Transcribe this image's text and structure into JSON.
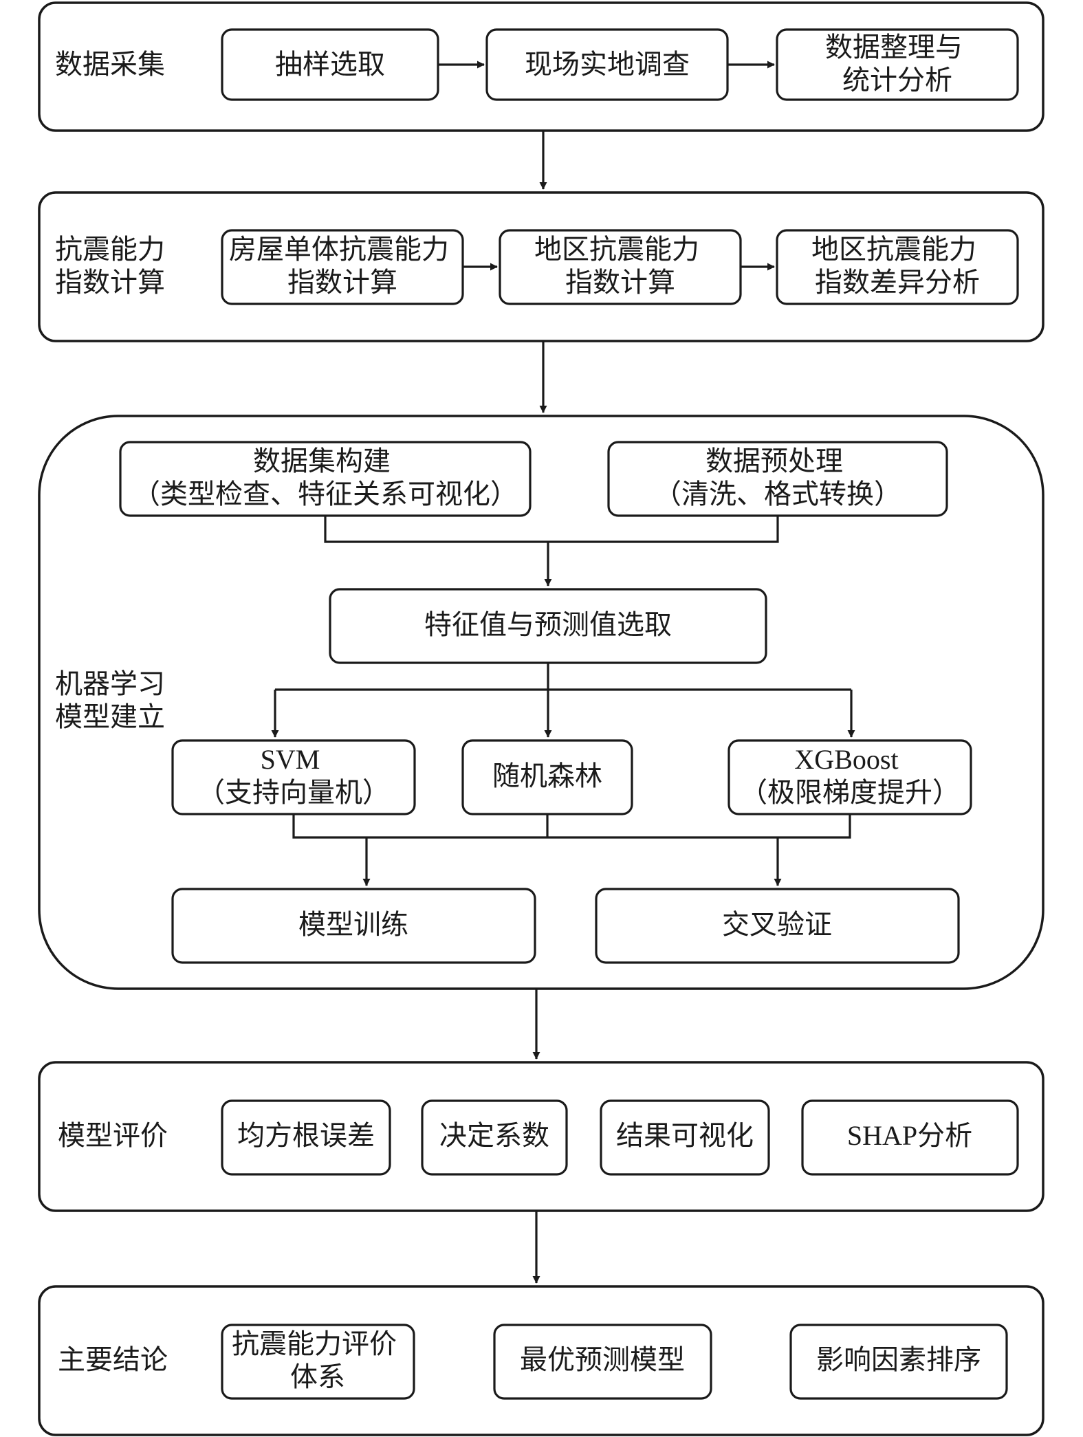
{
  "sections": {
    "data_collection": {
      "label": [
        "数据采集"
      ],
      "steps": [
        [
          "抽样选取"
        ],
        [
          "现场实地调查"
        ],
        [
          "数据整理与",
          "统计分析"
        ]
      ]
    },
    "seismic_index": {
      "label": [
        "抗震能力",
        "指数计算"
      ],
      "steps": [
        [
          "房屋单体抗震能力",
          "指数计算"
        ],
        [
          "地区抗震能力",
          "指数计算"
        ],
        [
          "地区抗震能力",
          "指数差异分析"
        ]
      ]
    },
    "ml_model": {
      "label": [
        "机器学习",
        "模型建立"
      ],
      "dataset": [
        "数据集构建",
        "（类型检查、特征关系可视化）"
      ],
      "preprocess": [
        "数据预处理",
        "（清洗、格式转换）"
      ],
      "feature": [
        "特征值与预测值选取"
      ],
      "svm": [
        "SVM",
        "（支持向量机）"
      ],
      "rf": [
        "随机森林"
      ],
      "xgb": [
        "XGBoost",
        "（极限梯度提升）"
      ],
      "train": [
        "模型训练"
      ],
      "validate": [
        "交叉验证"
      ]
    },
    "evaluation": {
      "label": [
        "模型评价"
      ],
      "items": [
        [
          "均方根误差"
        ],
        [
          "决定系数"
        ],
        [
          "结果可视化"
        ],
        [
          "SHAP分析"
        ]
      ]
    },
    "conclusion": {
      "label": [
        "主要结论"
      ],
      "items": [
        [
          "抗震能力评价",
          "体系"
        ],
        [
          "最优预测模型"
        ],
        [
          "影响因素排序"
        ]
      ]
    }
  }
}
